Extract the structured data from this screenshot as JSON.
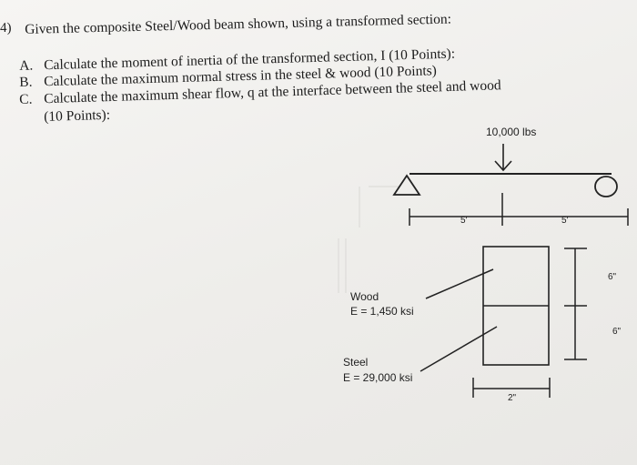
{
  "question": {
    "number": "4)",
    "intro": "Given the composite Steel/Wood beam shown, using a transformed section:",
    "items": [
      {
        "letter": "A.",
        "text": "Calculate the moment of inertia of the transformed section, I (10 Points):"
      },
      {
        "letter": "B.",
        "text": "Calculate the maximum normal stress in the steel & wood (10 Points)"
      },
      {
        "letter": "C.",
        "text": "Calculate the maximum shear flow, q at the interface between the steel and wood"
      }
    ],
    "item_c_points": "(10 Points):"
  },
  "figure": {
    "load_label": "10,000 lbs",
    "span_left": "5'",
    "span_right": "5'",
    "wood_name": "Wood",
    "wood_modulus": "E = 1,450 ksi",
    "steel_name": "Steel",
    "steel_modulus": "E = 29,000 ksi",
    "dim_top": "6\"",
    "dim_bottom": "6\"",
    "dim_width": "2\""
  }
}
